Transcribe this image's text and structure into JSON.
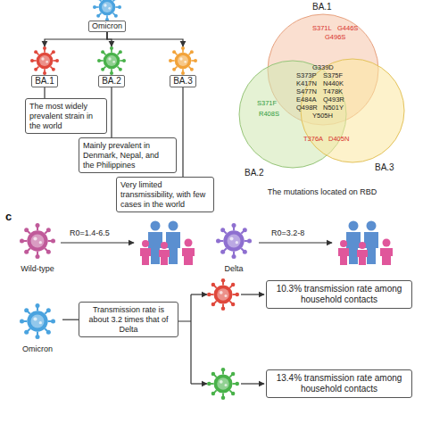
{
  "diagram": {
    "nodes": [
      {
        "text": [
          "Omicron"
        ]
      },
      {
        "text": [
          "BA.1"
        ]
      },
      {
        "text": [
          "BA.2"
        ]
      },
      {
        "text": [
          "BA.3"
        ]
      },
      {
        "text": [
          "The most widely prevalent strain in the world"
        ]
      },
      {
        "text": [
          "Mainly prevalent in Denmark, Nepal, and the Philippines"
        ]
      },
      {
        "text": [
          "Very limited transmissibility, with few cases in the world"
        ]
      },
      {
        "text": [
          "Wild-type"
        ]
      },
      {
        "text": [
          "Delta"
        ]
      },
      {
        "text": [
          "Omicron"
        ]
      },
      {
        "text": [
          "Transmission rate is about 3.2 times that of Delta"
        ]
      },
      {
        "text": [
          "10.3% transmission rate among household contacts"
        ]
      },
      {
        "text": [
          "13.4% transmission rate among household contacts"
        ]
      }
    ],
    "edges": [
      {
        "from": 0,
        "to": 1,
        "arrow": "to"
      },
      {
        "from": 0,
        "to": 2,
        "arrow": "to"
      },
      {
        "from": 0,
        "to": 3,
        "arrow": "to"
      },
      {
        "from": 1,
        "to": 4,
        "arrow": "none"
      },
      {
        "from": 2,
        "to": 5,
        "arrow": "none"
      },
      {
        "from": 3,
        "to": 6,
        "arrow": "none"
      },
      {
        "from": 9,
        "to": 10,
        "arrow": "none"
      }
    ],
    "labels": [
      "BA.1",
      "BA.2",
      "BA.3",
      "S371L",
      "G446S",
      "G496S",
      "G339D",
      "S373P",
      "S375F",
      "K417N",
      "N440K",
      "S477N",
      "T478K",
      "E484A",
      "Q493R",
      "Q498R",
      "N501Y",
      "Y505H",
      "S371F",
      "R408S",
      "T376A",
      "D405N",
      "The mutations located on RBD",
      "c",
      "R0=1.4-6.5",
      "R0=3.2-8"
    ]
  }
}
